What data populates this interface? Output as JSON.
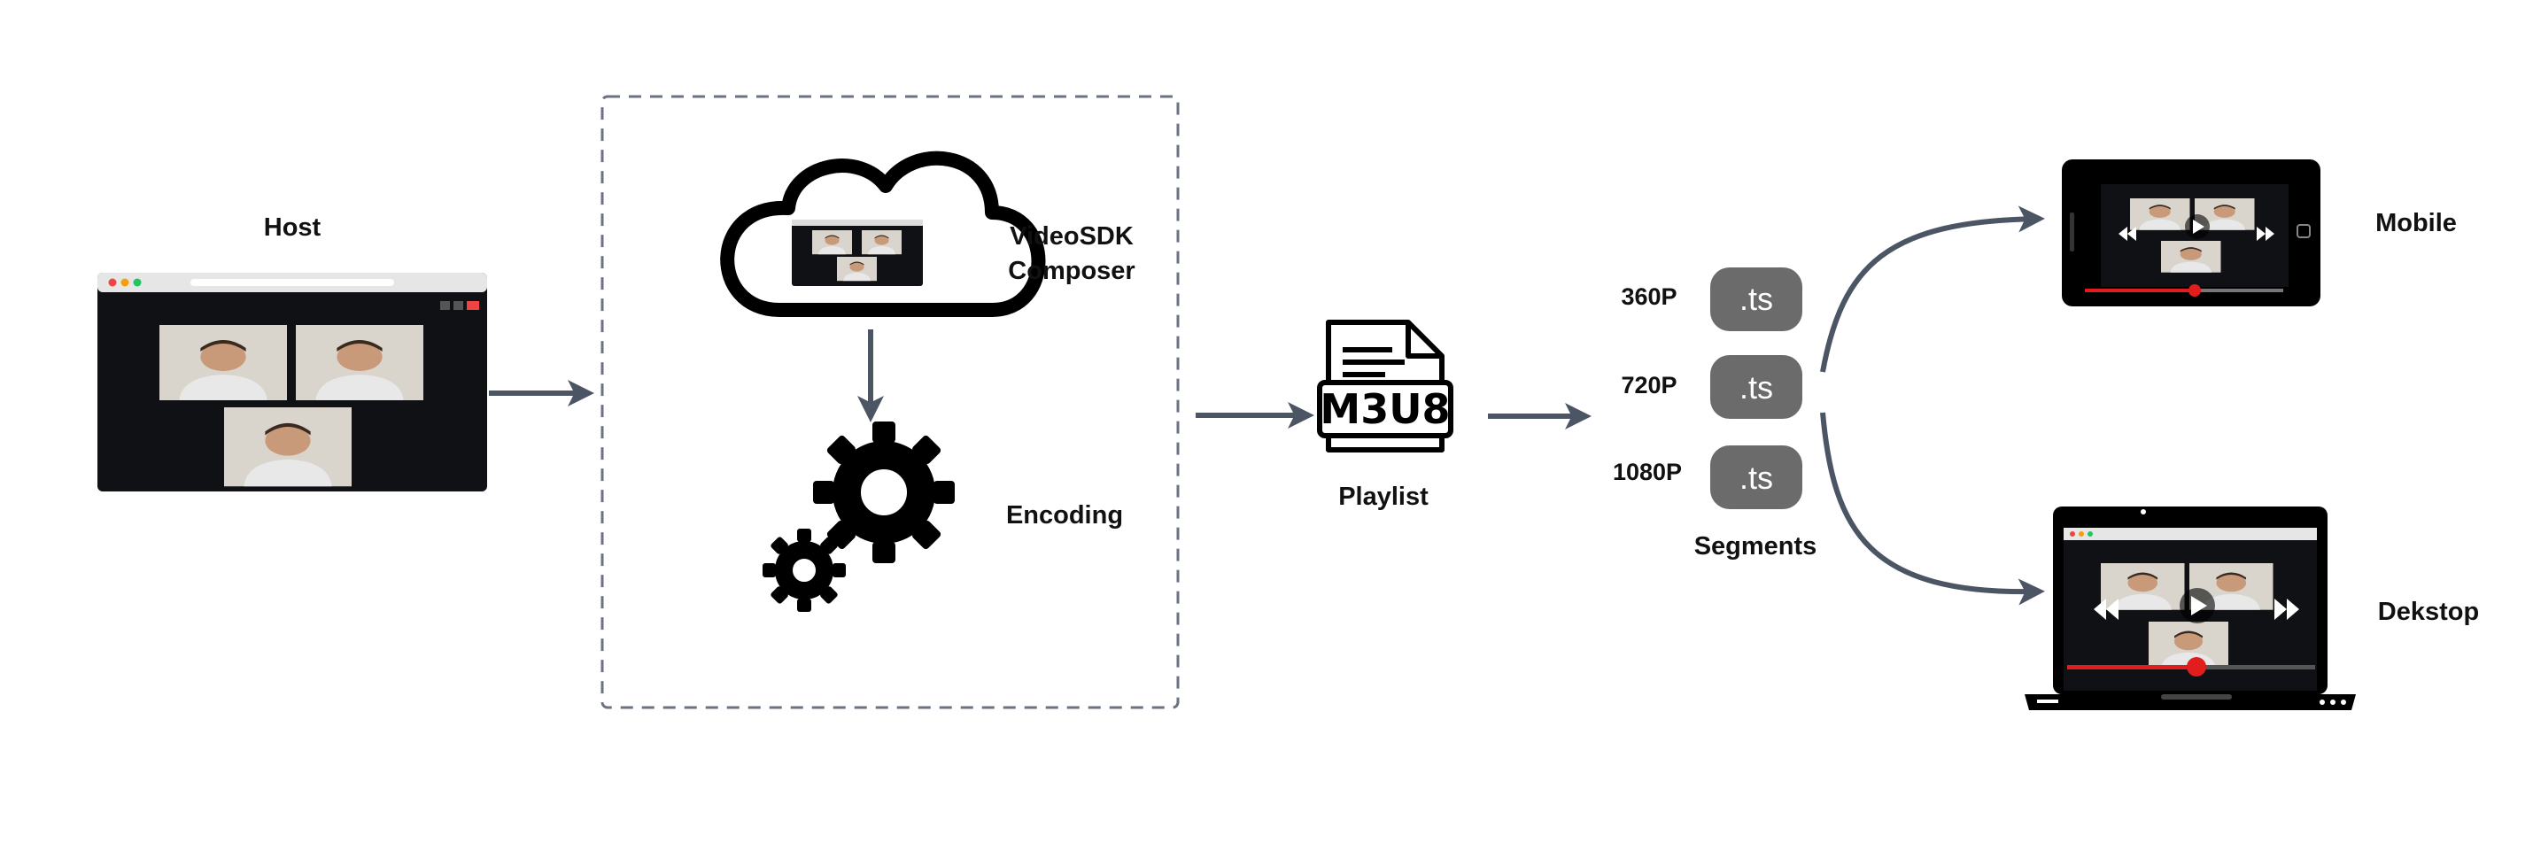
{
  "host": {
    "label": "Host"
  },
  "composer": {
    "label_line1": "VideoSDK",
    "label_line2": "Composer"
  },
  "encoding": {
    "label": "Encoding"
  },
  "playlist": {
    "file_text": "M3U8",
    "label": "Playlist"
  },
  "segments": {
    "label": "Segments",
    "items": [
      {
        "resolution": "360P",
        "ext": ".ts"
      },
      {
        "resolution": "720P",
        "ext": ".ts"
      },
      {
        "resolution": "1080P",
        "ext": ".ts"
      }
    ]
  },
  "mobile": {
    "label": "Mobile"
  },
  "desktop": {
    "label": "Dekstop"
  },
  "colors": {
    "arrow": "#4b5563",
    "dashed_border": "#6b7280",
    "segment_pill": "#6b6b6b",
    "screen": "#0f1114",
    "progress": "#e11d1d"
  }
}
